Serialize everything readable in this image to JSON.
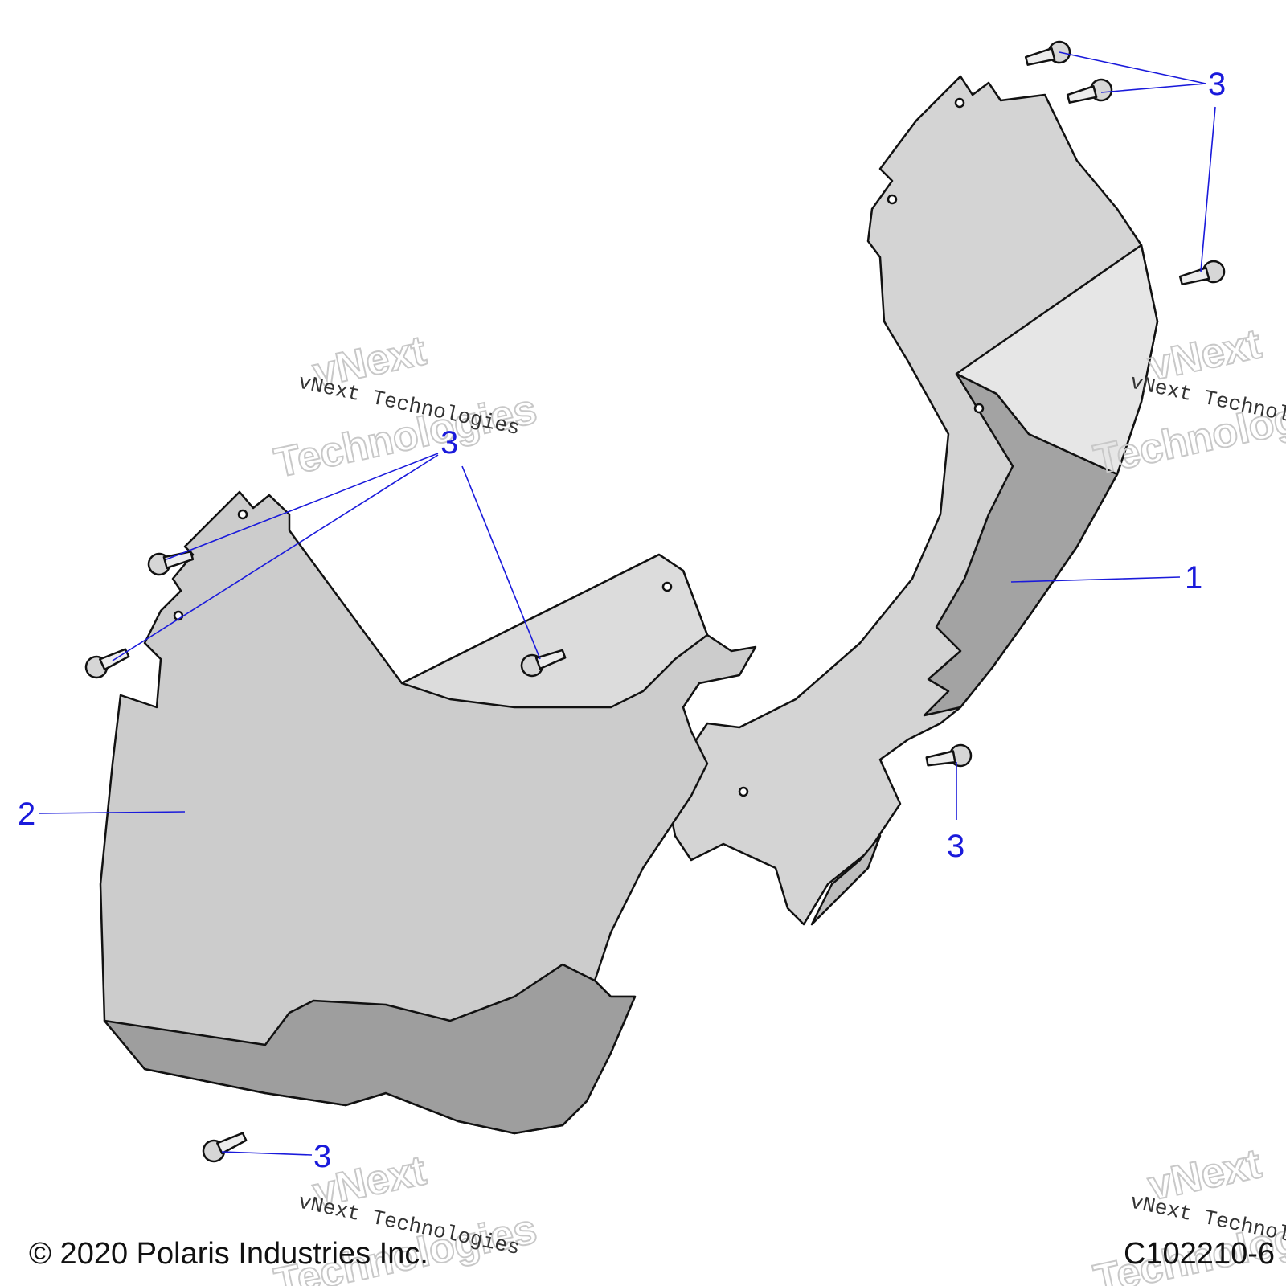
{
  "colors": {
    "callout": "#1a1adb",
    "part_light": "#d9d9d9",
    "part_mid": "#c4c4c4",
    "part_dark": "#a0a0a0",
    "outline": "#111111"
  },
  "callouts": [
    "1",
    "2",
    "3",
    "3",
    "3",
    "3",
    "3"
  ],
  "watermark": {
    "name_line": "vNext Technologies",
    "outline_word_1": "vNext",
    "outline_word_2": "Technologies"
  },
  "footer": {
    "copyright": "© 2020 Polaris Industries Inc.",
    "figure_id": "C102210-6"
  }
}
